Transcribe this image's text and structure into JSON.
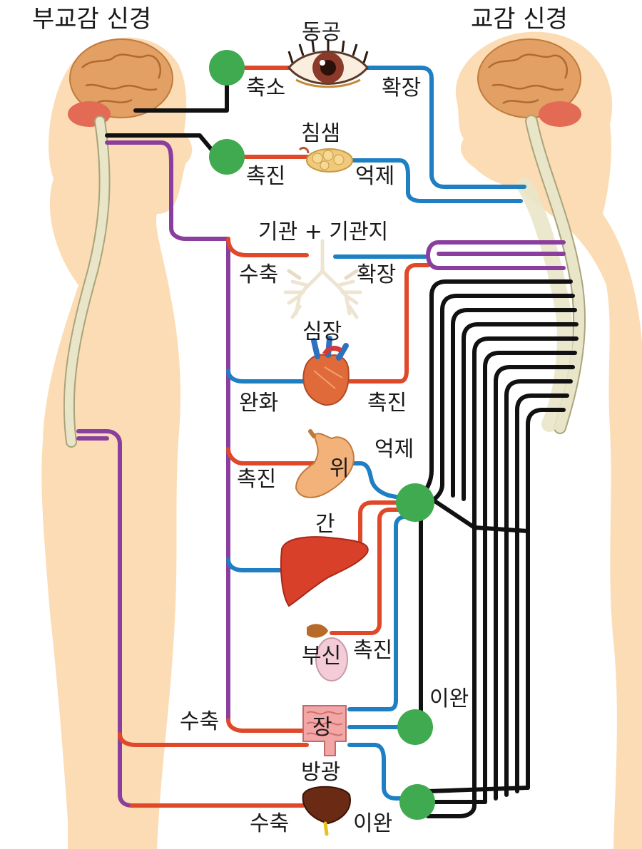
{
  "titles": {
    "parasympathetic": "부교감 신경",
    "sympathetic": "교감 신경"
  },
  "organs": {
    "pupil": "동공",
    "salivary": "침샘",
    "bronchi": "기관 + 기관지",
    "heart": "심장",
    "stomach": "위",
    "liver": "간",
    "adrenal": "부신",
    "intestine": "장",
    "bladder": "방광"
  },
  "effects": {
    "pupil_para": "축소",
    "pupil_symp": "확장",
    "salivary_para": "촉진",
    "salivary_symp": "억제",
    "bronchi_para": "수축",
    "bronchi_symp": "확장",
    "heart_para": "완화",
    "heart_symp": "촉진",
    "stomach_para": "촉진",
    "stomach_symp": "억제",
    "adrenal_symp": "촉진",
    "intestine_para": "수축",
    "intestine_symp": "이완",
    "bladder_para": "수축",
    "bladder_symp": "이완"
  },
  "colors": {
    "skin": "#fcdcb4",
    "brain": "#e3a064",
    "cerebellum": "#e36a55",
    "spine": "#e9e5c9",
    "preganglionic_red": "#e0482a",
    "postganglionic_blue": "#1f7fc3",
    "spinal_purple": "#8a3f9e",
    "sympathetic_black": "#111111",
    "ganglion_green": "#3faa4f"
  }
}
